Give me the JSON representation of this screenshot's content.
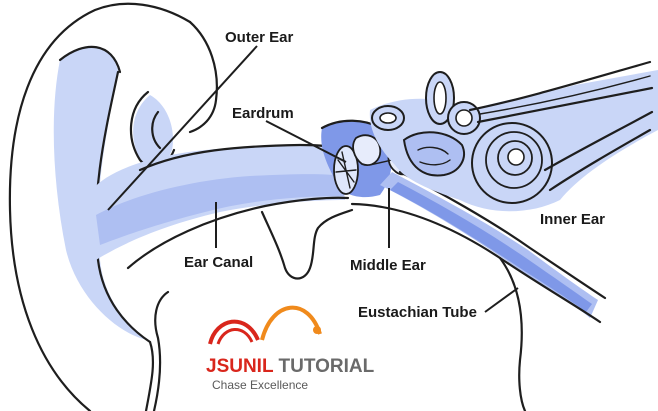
{
  "labels": {
    "outer_ear": "Outer Ear",
    "eardrum": "Eardrum",
    "ear_canal": "Ear Canal",
    "middle_ear": "Middle Ear",
    "inner_ear": "Inner Ear",
    "eustachian_tube": "Eustachian Tube"
  },
  "watermark": {
    "brand": "JSUNIL TUTORIAL",
    "brand_part1": "JSUNIL",
    "brand_part2": "TUTORIAL",
    "tagline": "Chase Excellence"
  },
  "colors": {
    "tissue_blue": "#c9d6f7",
    "canal_blue": "#aebff2",
    "deep_blue": "#7f98e8",
    "outline": "#1e1e1e",
    "logo_red": "#d9261c",
    "logo_orange": "#f08a1c",
    "logo_gray": "#6a6a6a"
  }
}
